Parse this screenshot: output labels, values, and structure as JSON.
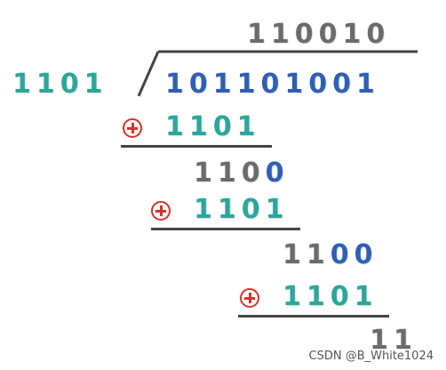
{
  "quotient": "110010",
  "divisor": "1101",
  "dividend": "101101001",
  "steps": [
    {
      "subtrahend": "1101"
    },
    {
      "remainder": "1100",
      "subtrahend": "1101"
    },
    {
      "remainder": "1100",
      "subtrahend": "1101"
    }
  ],
  "final_remainder": "11",
  "xor_symbol": "circled-plus-icon",
  "colors": {
    "teal": "#2aa79b",
    "blue": "#2f5fb5",
    "gray": "#6b6b6b",
    "xor_red": "#d9332a",
    "rule": "#444444"
  },
  "watermark": "CSDN @B_White1024"
}
